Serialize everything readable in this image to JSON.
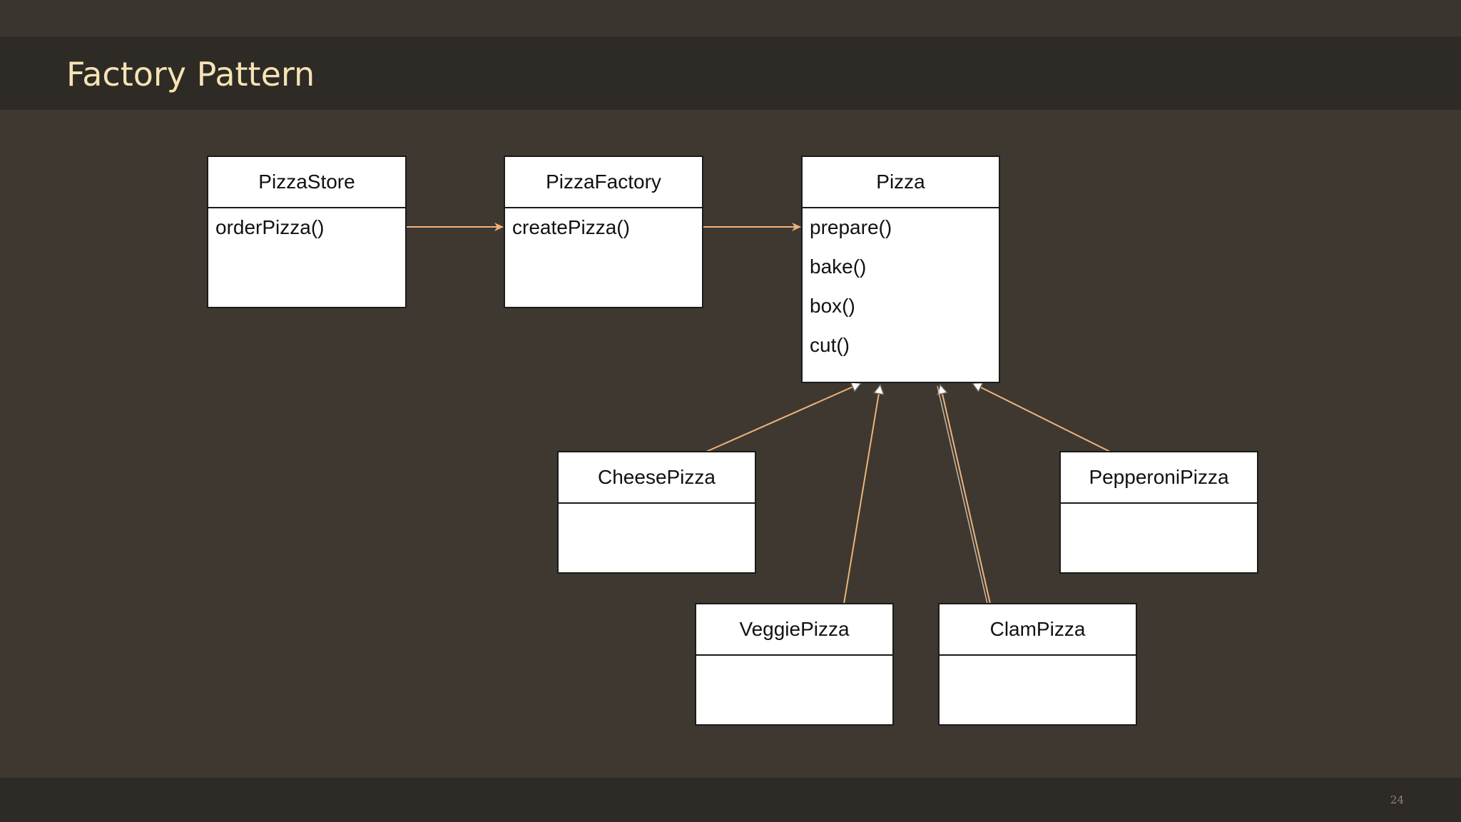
{
  "slide": {
    "title": "Factory Pattern",
    "page_number": "24"
  },
  "colors": {
    "background": "#3e3831",
    "title_bar": "#2e2a25",
    "title_text": "#f6e3b4",
    "connector": "#f0b27a"
  },
  "classes": {
    "pizza_store": {
      "name": "PizzaStore",
      "methods": [
        "orderPizza()"
      ]
    },
    "pizza_factory": {
      "name": "PizzaFactory",
      "methods": [
        "createPizza()"
      ]
    },
    "pizza": {
      "name": "Pizza",
      "methods": [
        "prepare()",
        "bake()",
        "box()",
        "cut()"
      ]
    },
    "cheese_pizza": {
      "name": "CheesePizza",
      "methods": []
    },
    "pepperoni_pizza": {
      "name": "PepperoniPizza",
      "methods": []
    },
    "veggie_pizza": {
      "name": "VeggiePizza",
      "methods": []
    },
    "clam_pizza": {
      "name": "ClamPizza",
      "methods": []
    }
  },
  "relationships": [
    {
      "from": "PizzaStore",
      "to": "PizzaFactory",
      "type": "association"
    },
    {
      "from": "PizzaFactory",
      "to": "Pizza",
      "type": "association"
    },
    {
      "from": "CheesePizza",
      "to": "Pizza",
      "type": "inheritance"
    },
    {
      "from": "VeggiePizza",
      "to": "Pizza",
      "type": "inheritance"
    },
    {
      "from": "ClamPizza",
      "to": "Pizza",
      "type": "inheritance"
    },
    {
      "from": "PepperoniPizza",
      "to": "Pizza",
      "type": "inheritance"
    }
  ]
}
